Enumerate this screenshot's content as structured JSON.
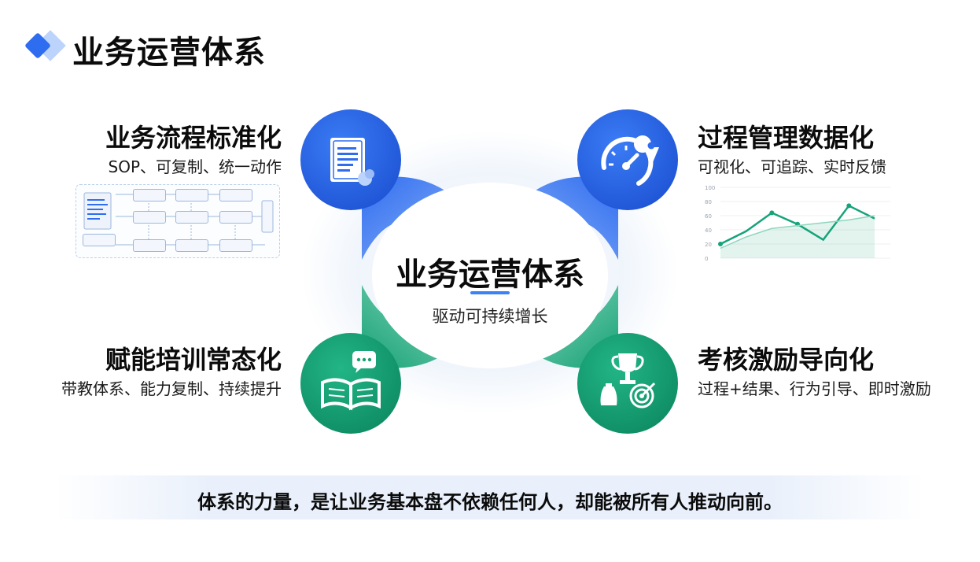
{
  "title": "业务运营体系",
  "center": {
    "title": "业务运营体系",
    "subtitle": "驱动可持续增长"
  },
  "quadrants": {
    "top_left": {
      "title": "业务流程标准化",
      "subtitle": "SOP、可复制、统一动作"
    },
    "top_right": {
      "title": "过程管理数据化",
      "subtitle": "可视化、可追踪、实时反馈"
    },
    "bottom_left": {
      "title": "赋能培训常态化",
      "subtitle": "带教体系、能力复制、持续提升"
    },
    "bottom_right": {
      "title": "考核激励导向化",
      "subtitle": "过程+结果、行为引导、即时激励"
    }
  },
  "footer": "体系的力量，是让业务基本盘不依赖任何人，却能被所有人推动向前。",
  "mini_chart": {
    "y_ticks": [
      "100",
      "80",
      "60",
      "40",
      "20",
      "0"
    ],
    "y_values": [
      100,
      80,
      60,
      40,
      20,
      0
    ],
    "series": [
      {
        "values": [
          20,
          38,
          64,
          48,
          26,
          74,
          56
        ]
      },
      {
        "values": [
          14,
          30,
          42,
          46,
          50,
          54,
          60
        ]
      }
    ]
  },
  "colors": {
    "blue": "#2563eb",
    "green": "#16a37a",
    "accent_bar": "#3b82f6"
  },
  "icons": {
    "top_left": "document-icon",
    "top_right": "gauge-location-icon",
    "bottom_left": "book-chat-icon",
    "bottom_right": "trophy-target-icon"
  }
}
